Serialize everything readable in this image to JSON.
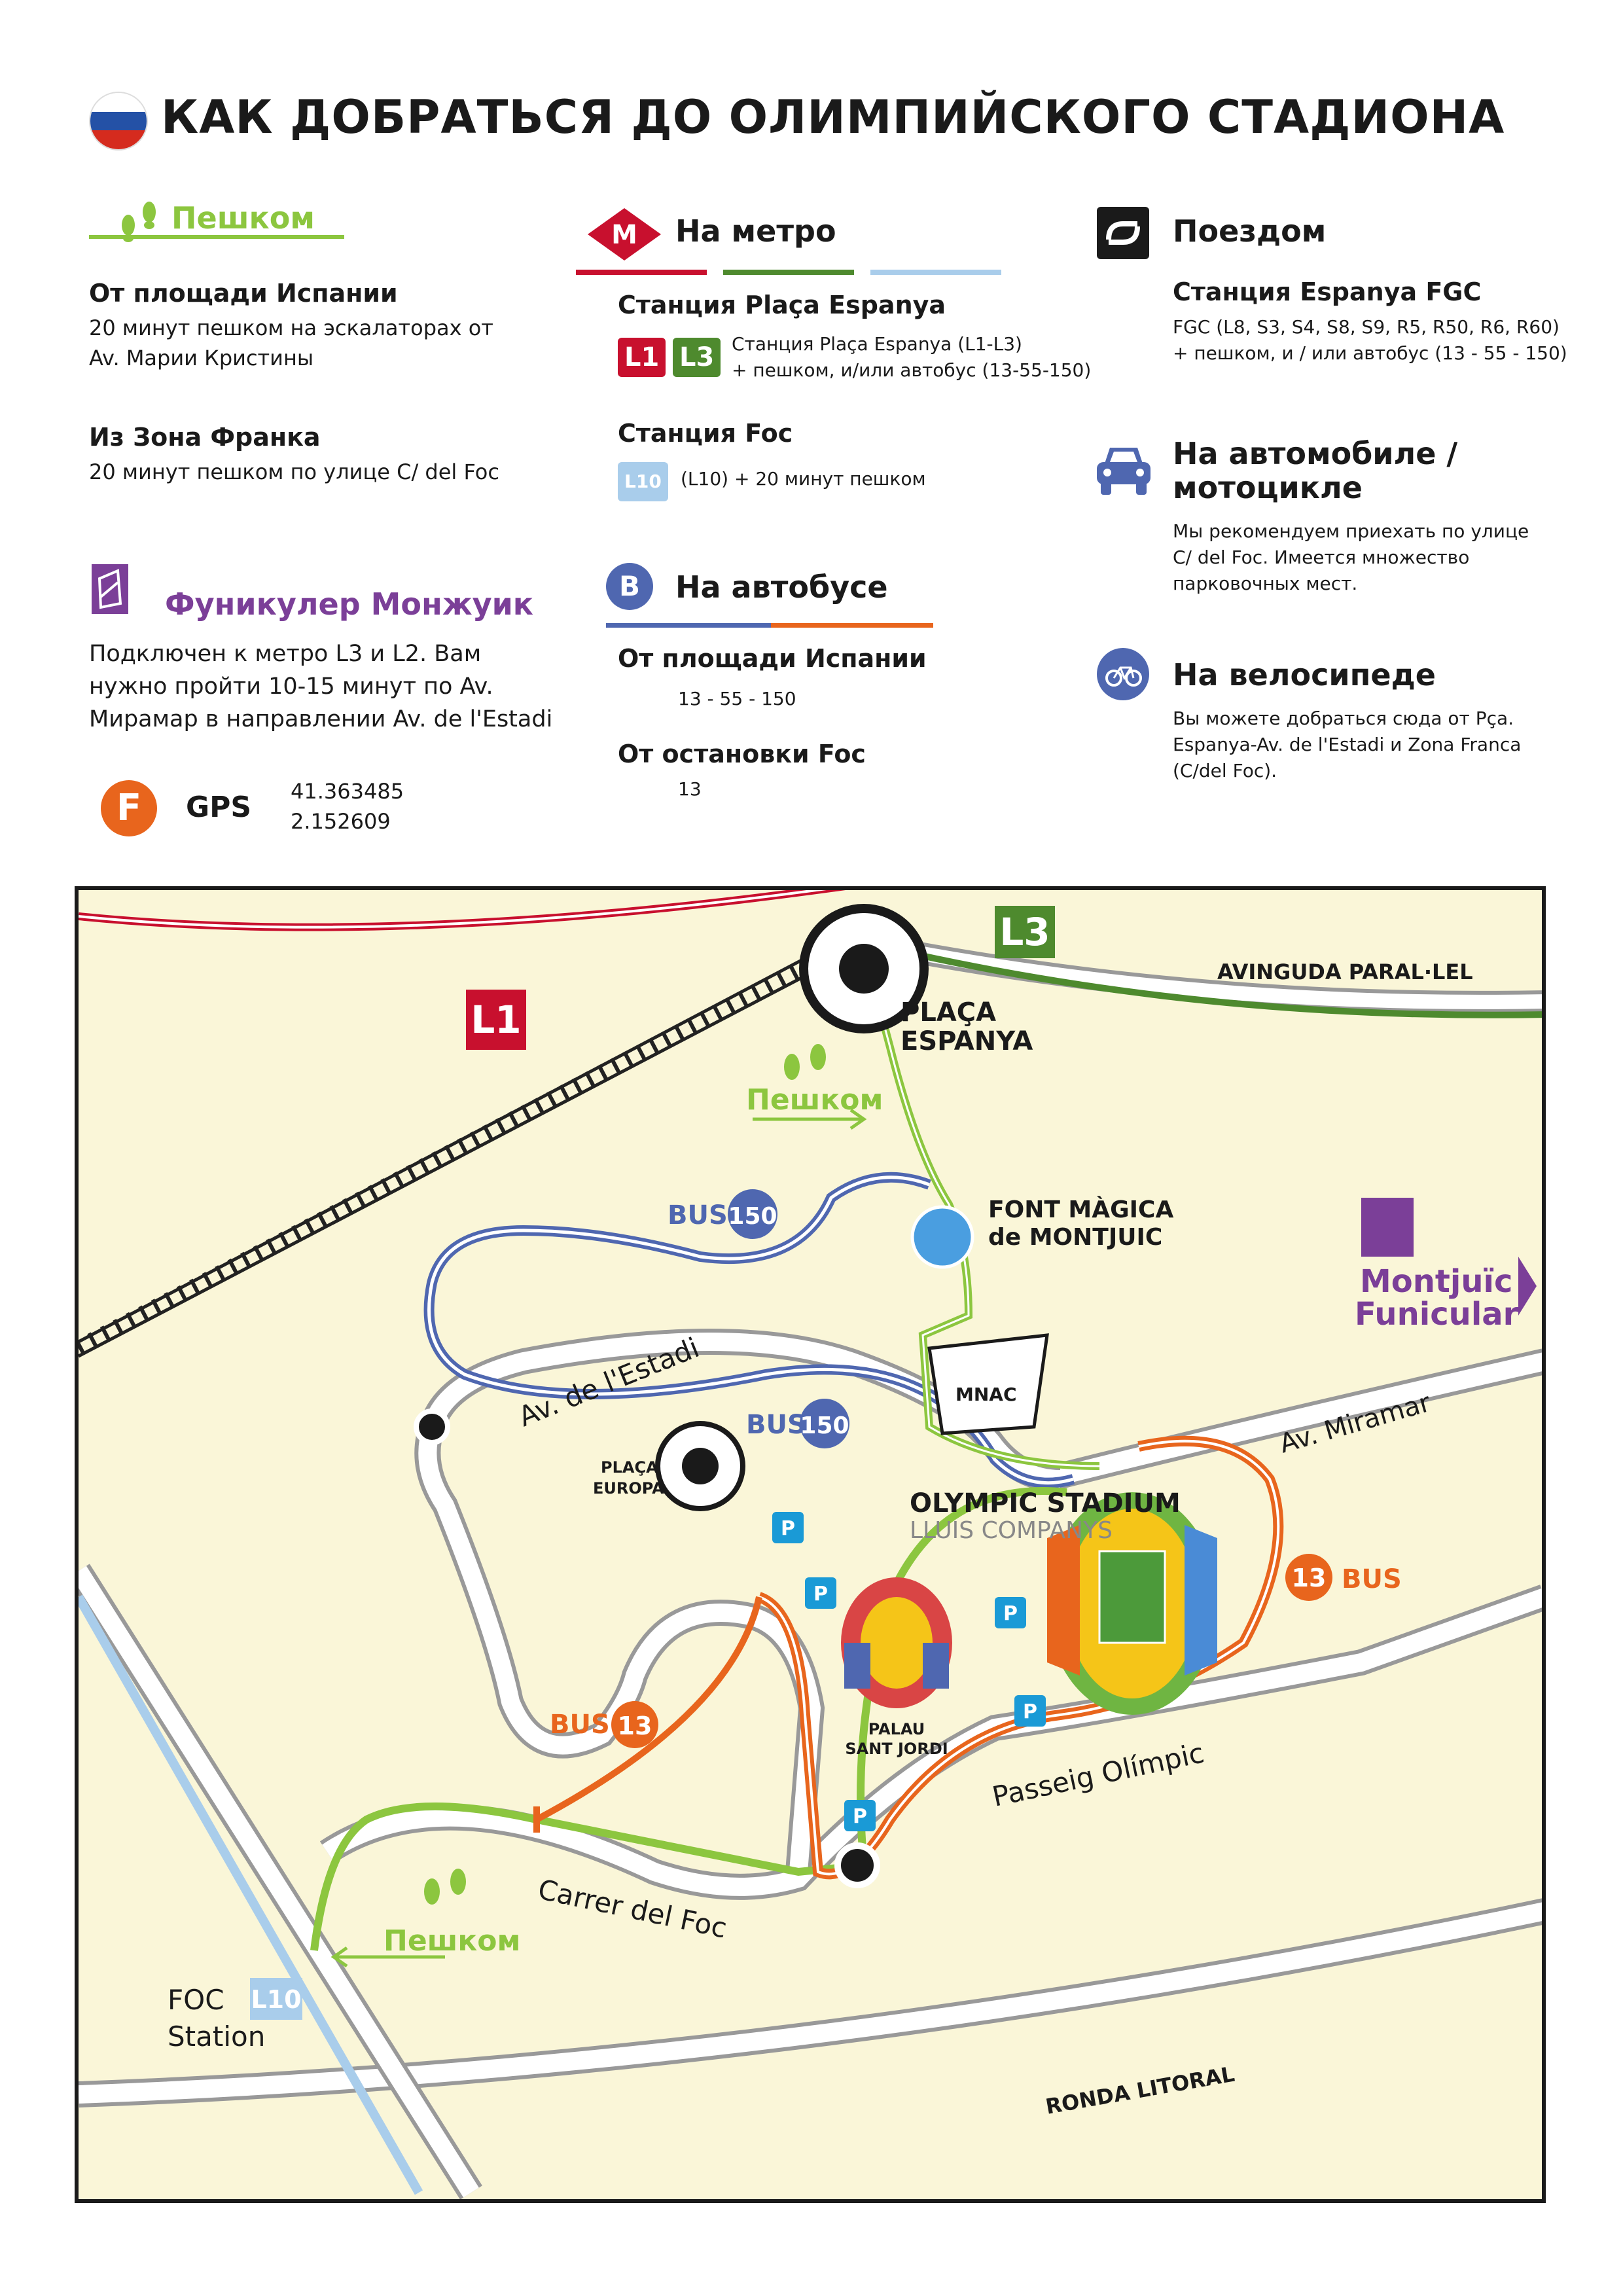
{
  "header": {
    "title": "КАК ДОБРАТЬСЯ ДО ОЛИМПИЙСКОГО СТАДИОНА"
  },
  "walk": {
    "heading": "Пешком",
    "from_square_title": "От площади Испании",
    "from_square_text": "20 минут пешком на эскалаторах от Av. Марии Кристины",
    "from_franca_title": "Из Зона Франка",
    "from_franca_text": "20 минут пешком по улице C/ del Foc"
  },
  "funicular": {
    "heading": "Фуникулер Монжуик",
    "text": "Подключен к метро L3 и L2. Вам нужно пройти 10-15 минут по Av. Мирамар в направлении Av. de l'Estadi"
  },
  "gps": {
    "label": "GPS",
    "lat": "41.363485",
    "lon": "2.152609"
  },
  "metro": {
    "icon_letter": "M",
    "heading": "На метро",
    "station1_title": "Станция Plaça Espanya",
    "line_l1": "L1",
    "line_l3": "L3",
    "station1_text_1": "Станция Plaça Espanya (L1-L3)",
    "station1_text_2": "+ пешком, и/или автобус (13-55-150)",
    "station2_title": "Станция Foc",
    "line_l10": "L10",
    "station2_text": "(L10) + 20 минут пешком"
  },
  "bus": {
    "icon_letter": "B",
    "heading": "На автобусе",
    "from_square_title": "От площади Испании",
    "from_square_lines": "13 - 55 - 150",
    "from_foc_title": "От остановки Foc",
    "from_foc_lines": "13"
  },
  "train": {
    "heading": "Поездом",
    "station_title": "Станция Espanya FGC",
    "text_1": "FGC (L8, S3, S4, S8, S9, R5, R50, R6, R60)",
    "text_2": "+ пешком, и / или автобус (13 - 55 - 150)"
  },
  "car": {
    "heading_1": "На автомобиле /",
    "heading_2": "мотоцикле",
    "text": "Мы рекомендуем приехать по улице C/ del Foc. Имеется множество парковочных мест."
  },
  "bike": {
    "heading": "На велосипеде",
    "text": "Вы можете добраться сюда от Pça. Espanya-Av. de l'Estadi и Zona Franca (C/del Foc)."
  },
  "map": {
    "l1": "L1",
    "l3": "L3",
    "avinguda_paralel": "AVINGUDA PARAL·LEL",
    "placa_espanya_1": "PLAÇA",
    "placa_espanya_2": "ESPANYA",
    "walk_top": "Пешком",
    "bus_150_a_label": "BUS",
    "bus_150_a_num": "150",
    "bus_150_b_label": "BUS",
    "bus_150_b_num": "150",
    "font_magica_1": "FONT MÀGICA",
    "font_magica_2": "de MONTJUIC",
    "funicular_1": "Montjuïc",
    "funicular_2": "Funicular",
    "av_estadi": "Av. de l'Estadi",
    "mnac": "MNAC",
    "av_miramar": "Av. Miramar",
    "placa_europa_1": "PLAÇA",
    "placa_europa_2": "EUROPA",
    "olympic_stadium": "OLYMPIC STADIUM",
    "lluis_companys": "LLUIS COMPANYS",
    "bus_13_right_num": "13",
    "bus_13_right_label": "BUS",
    "bus_13_left_label": "BUS",
    "bus_13_left_num": "13",
    "palau_1": "PALAU",
    "palau_2": "SANT JORDI",
    "parking": "P",
    "passeig_olimpic": "Passeig Olímpic",
    "carrer_foc": "Carrer del Foc",
    "walk_bottom": "Пешком",
    "foc_station_1": "FOC",
    "foc_station_2": "Station",
    "l10": "L10",
    "ronda_litoral": "RONDA LITORAL"
  },
  "colors": {
    "red": "#c8102e",
    "green_l3": "#4e8a2e",
    "light_blue": "#a9cdeb",
    "walk_green": "#8cc63f",
    "bus_blue": "#4f67b0",
    "bus_orange": "#e8651d",
    "purple": "#7b3f98",
    "map_bg": "#faf6d8",
    "parking_blue": "#1a9ad6"
  }
}
